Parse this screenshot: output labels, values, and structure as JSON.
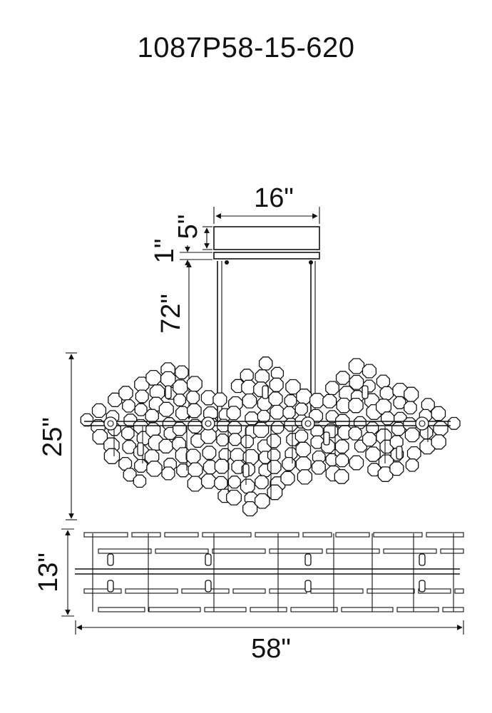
{
  "title": "1087P58-15-620",
  "dimensions": {
    "canopy_width": "16\"",
    "canopy_height": "5\"",
    "gap": "1\"",
    "chain_length": "72\"",
    "fixture_height": "25\"",
    "fixture_depth": "13\"",
    "fixture_width": "58\""
  }
}
